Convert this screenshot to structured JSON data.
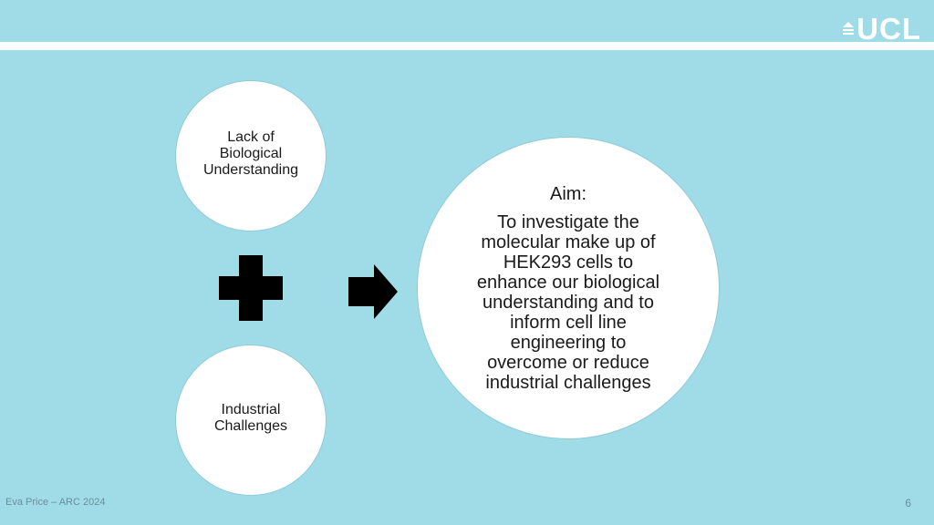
{
  "header": {
    "logo_text": "UCL"
  },
  "diagram": {
    "circle_top": "Lack of Biological Understanding",
    "circle_bottom": "Industrial Challenges",
    "aim_label": "Aim:",
    "aim_text": "To investigate the molecular make up of HEK293 cells to enhance our biological understanding and to inform cell line engineering to overcome or reduce industrial challenges"
  },
  "footer": {
    "author": "Eva Price – ARC 2024",
    "page_number": "6"
  },
  "colors": {
    "background": "#a0dbe8",
    "circle_fill": "#ffffff",
    "symbols": "#000000"
  },
  "icons": [
    "plus-icon",
    "right-arrow-icon",
    "ucl-portico-icon"
  ]
}
